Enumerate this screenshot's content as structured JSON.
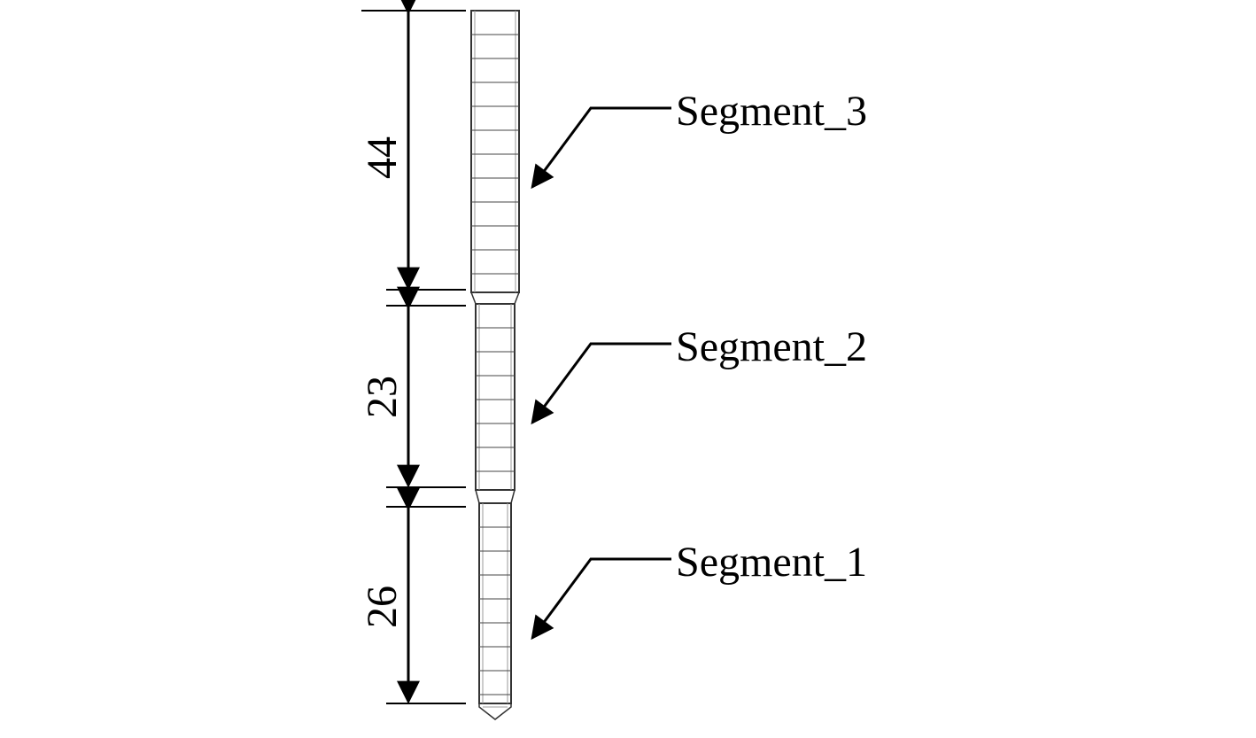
{
  "segments": [
    {
      "label": "Segment_3",
      "dimension": "44"
    },
    {
      "label": "Segment_2",
      "dimension": "23"
    },
    {
      "label": "Segment_1",
      "dimension": "26"
    }
  ],
  "colors": {
    "line": "#000000",
    "mesh": "#555555",
    "background": "#ffffff"
  }
}
